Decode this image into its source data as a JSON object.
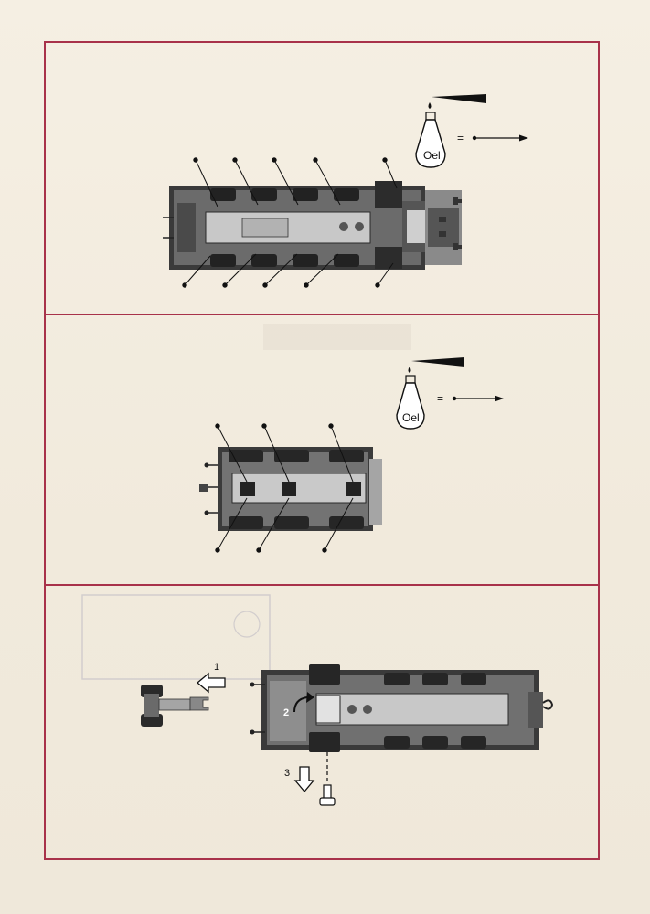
{
  "panels": [
    {
      "id": "loco-underside",
      "oil_label": "Oel",
      "equals_sign": "="
    },
    {
      "id": "tender-underside",
      "oil_label": "Oel",
      "equals_sign": "="
    },
    {
      "id": "bogie-removal",
      "steps": [
        "1",
        "2",
        "3"
      ]
    }
  ],
  "colors": {
    "frame": "#a8324a",
    "paper": "#f3ede1",
    "ink": "#111111"
  }
}
